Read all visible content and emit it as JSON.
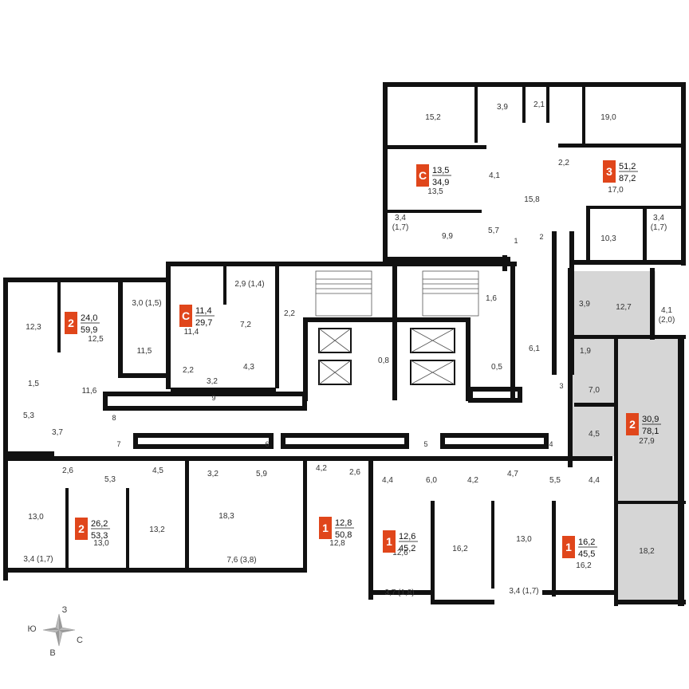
{
  "colors": {
    "wall": "#111111",
    "accent": "#e0461b",
    "highlight": "#d6d6d6",
    "fixture": "#555555"
  },
  "apartments": [
    {
      "id": "apt-studio-right",
      "type": "C",
      "living": "13,5",
      "total": "34,9"
    },
    {
      "id": "apt-3-top",
      "type": "3",
      "living": "51,2",
      "total": "87,2"
    },
    {
      "id": "apt-2-left",
      "type": "2",
      "living": "24,0",
      "total": "59,9"
    },
    {
      "id": "apt-studio-left",
      "type": "C",
      "living": "11,4",
      "total": "29,7"
    },
    {
      "id": "apt-2-right-highlighted",
      "type": "2",
      "living": "30,9",
      "total": "78,1"
    },
    {
      "id": "apt-2-bottom-left",
      "type": "2",
      "living": "26,2",
      "total": "53,3"
    },
    {
      "id": "apt-1-a",
      "type": "1",
      "living": "12,8",
      "total": "50,8"
    },
    {
      "id": "apt-1-b",
      "type": "1",
      "living": "12,6",
      "total": "45,2"
    },
    {
      "id": "apt-1-c",
      "type": "1",
      "living": "16,2",
      "total": "45,5"
    }
  ],
  "rooms": [
    "15,2",
    "3,9",
    "2,1",
    "19,0",
    "13,5",
    "4,1",
    "2,2",
    "17,0",
    "15,8",
    "3,4\n(1,7)",
    "9,9",
    "5,7",
    "10,3",
    "3,4\n(1,7)",
    "12,3",
    "12,5",
    "3,0 (1,5)",
    "11,5",
    "11,4",
    "2,9 (1,4)",
    "7,2",
    "2,2",
    "4,3",
    "2,2",
    "3,2",
    "1,6",
    "6,1",
    "0,8",
    "0,5",
    "12,7",
    "3,9",
    "4,1\n(2,0)",
    "1,9",
    "7,0",
    "4,5",
    "27,9",
    "1,5",
    "5,3",
    "11,6",
    "3,7",
    "2,6",
    "5,3",
    "4,5",
    "13,0",
    "13,0",
    "13,2",
    "3,4 (1,7)",
    "3,2",
    "5,9",
    "4,2",
    "2,6",
    "18,3",
    "12,8",
    "7,6 (3,8)",
    "4,4",
    "6,0",
    "4,2",
    "4,7",
    "5,5",
    "4,4",
    "12,6",
    "16,2",
    "13,0",
    "16,2",
    "18,2",
    "3,7 (1,8)",
    "3,4 (1,7)"
  ],
  "section_numbers": [
    "1",
    "2",
    "3",
    "9",
    "8",
    "7",
    "6",
    "5",
    "4"
  ],
  "compass": {
    "north": "З",
    "east": "С",
    "south": "В",
    "west": "Ю"
  }
}
